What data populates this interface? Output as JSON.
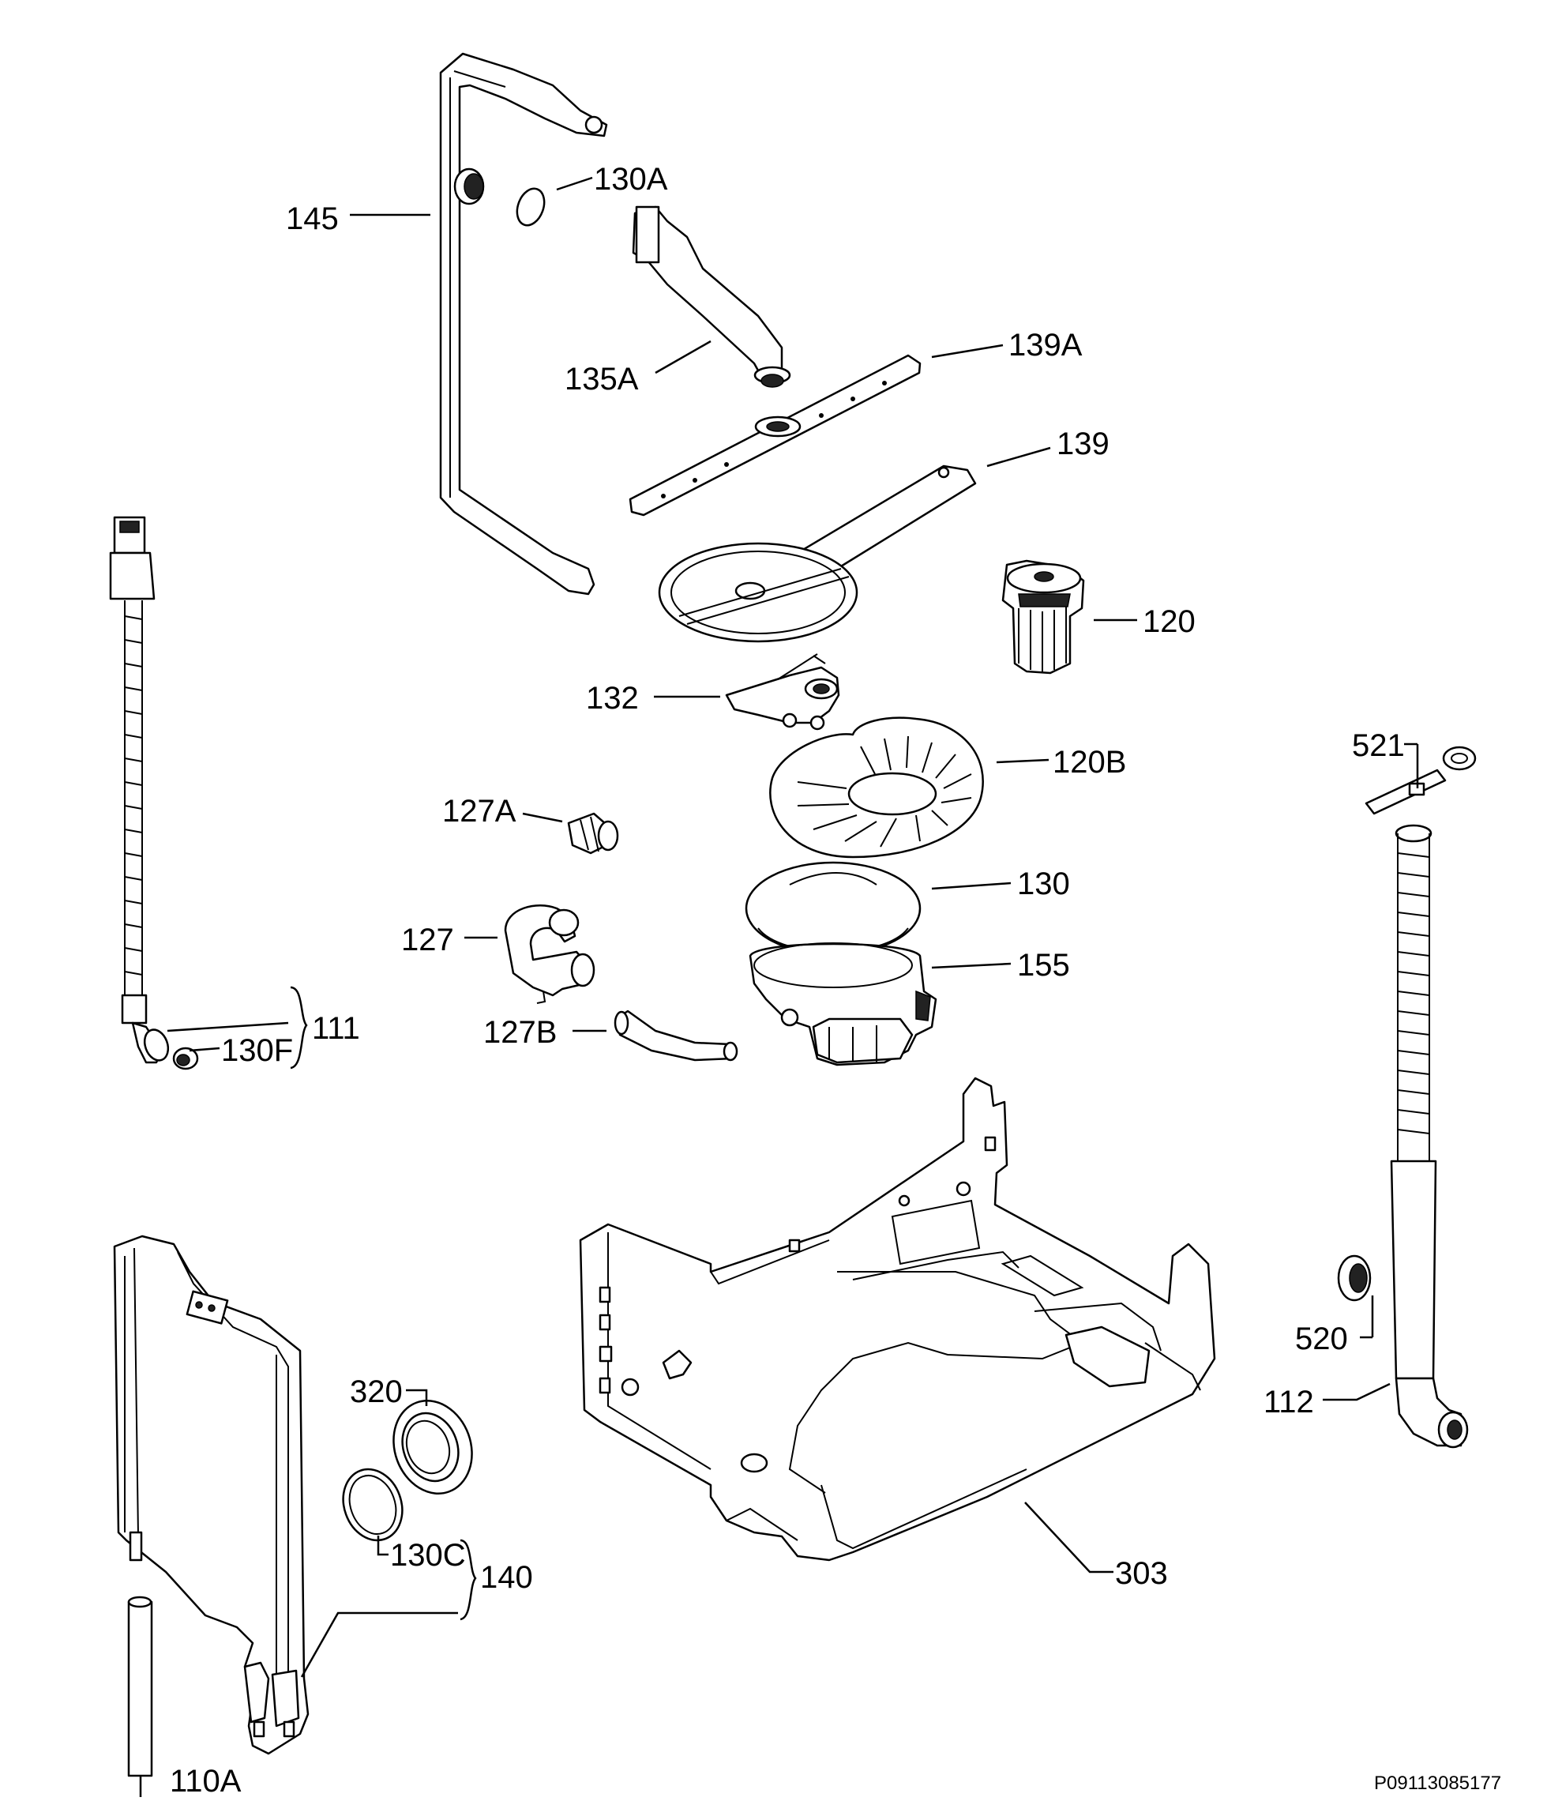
{
  "labels": {
    "l145": "145",
    "l130A": "130A",
    "l135A": "135A",
    "l139A": "139A",
    "l139": "139",
    "l120": "120",
    "l132": "132",
    "l120B": "120B",
    "l127A": "127A",
    "l130": "130",
    "l127": "127",
    "l155": "155",
    "l127B": "127B",
    "l111": "111",
    "l130F": "130F",
    "l521": "521",
    "l520": "520",
    "l112": "112",
    "l320": "320",
    "l130C": "130C",
    "l140": "140",
    "l303": "303",
    "l110A": "110A"
  },
  "drawing_code": "P09113085177"
}
